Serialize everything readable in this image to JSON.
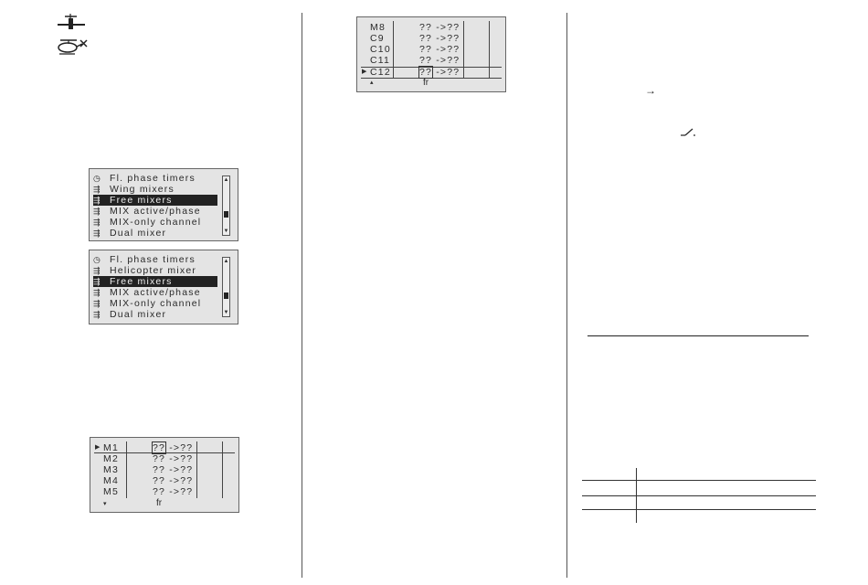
{
  "top_icons": [
    "airplane-icon",
    "helicopter-icon"
  ],
  "menu_panel_1": {
    "items": [
      {
        "icon": "clock-icon",
        "label": "Fl. phase timers",
        "selected": false
      },
      {
        "icon": "mixer-icon",
        "label": "Wing mixers",
        "selected": false
      },
      {
        "icon": "mixer-icon",
        "label": "Free mixers",
        "selected": true
      },
      {
        "icon": "mixer-icon",
        "label": "MIX active/phase",
        "selected": false
      },
      {
        "icon": "mixer-icon",
        "label": "MIX-only channel",
        "selected": false
      },
      {
        "icon": "mixer-icon",
        "label": "Dual mixer",
        "selected": false
      }
    ]
  },
  "menu_panel_2": {
    "items": [
      {
        "icon": "clock-icon",
        "label": "Fl. phase timers",
        "selected": false
      },
      {
        "icon": "mixer-icon",
        "label": "Helicopter mixer",
        "selected": false
      },
      {
        "icon": "mixer-icon",
        "label": "Free mixers",
        "selected": true
      },
      {
        "icon": "mixer-icon",
        "label": "MIX active/phase",
        "selected": false
      },
      {
        "icon": "mixer-icon",
        "label": "MIX-only channel",
        "selected": false
      },
      {
        "icon": "mixer-icon",
        "label": "Dual mixer",
        "selected": false
      }
    ]
  },
  "mixer_list_1": {
    "rows": [
      {
        "name": "M1",
        "value": "??",
        "arrow": "->??",
        "cursor": true
      },
      {
        "name": "M2",
        "value": "??",
        "arrow": "->??",
        "cursor": false
      },
      {
        "name": "M3",
        "value": "??",
        "arrow": "->??",
        "cursor": false
      },
      {
        "name": "M4",
        "value": "??",
        "arrow": "->??",
        "cursor": false
      },
      {
        "name": "M5",
        "value": "??",
        "arrow": "->??",
        "cursor": false
      }
    ],
    "footer_arrow": "▾",
    "footer_label": "fr"
  },
  "mixer_list_2": {
    "rows": [
      {
        "name": "M8",
        "value": "??",
        "arrow": "->??",
        "cursor": false
      },
      {
        "name": "C9",
        "value": "??",
        "arrow": "->??",
        "cursor": false
      },
      {
        "name": "C10",
        "value": "??",
        "arrow": "->??",
        "cursor": false
      },
      {
        "name": "C11",
        "value": "??",
        "arrow": "->??",
        "cursor": false
      },
      {
        "name": "C12",
        "value": "??",
        "arrow": "->??",
        "cursor": true
      }
    ],
    "footer_arrow": "▴",
    "footer_label": "fr"
  },
  "right_column": {
    "arrow_icon": "→",
    "switch_icon": "switch-icon"
  }
}
